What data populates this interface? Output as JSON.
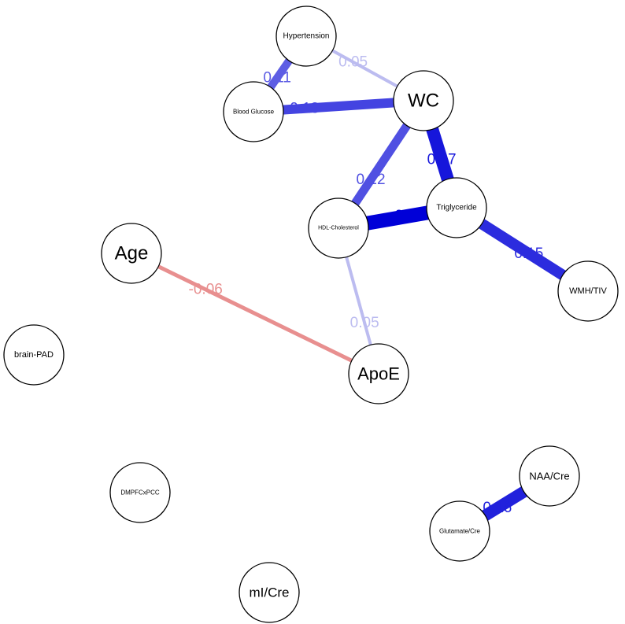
{
  "nodes": [
    {
      "id": "hypertension",
      "label": "Hypertension"
    },
    {
      "id": "blood-glucose",
      "label": "Blood Glucose"
    },
    {
      "id": "wc",
      "label": "WC"
    },
    {
      "id": "hdl-cholesterol",
      "label": "HDL-Cholesterol"
    },
    {
      "id": "triglyceride",
      "label": "Triglyceride"
    },
    {
      "id": "wmh-tiv",
      "label": "WMH/TIV"
    },
    {
      "id": "age",
      "label": "Age"
    },
    {
      "id": "apoe",
      "label": "ApoE"
    },
    {
      "id": "brain-pad",
      "label": "brain-PAD"
    },
    {
      "id": "dmpfcxpcc",
      "label": "DMPFCxPCC"
    },
    {
      "id": "naa-cre",
      "label": "NAA/Cre"
    },
    {
      "id": "glutamate-cre",
      "label": "Glutamate/Cre"
    },
    {
      "id": "mi-cre",
      "label": "mI/Cre"
    }
  ],
  "edges": [
    {
      "source": "hypertension",
      "target": "blood-glucose",
      "weight": 0.11,
      "label": "0.11"
    },
    {
      "source": "hypertension",
      "target": "wc",
      "weight": 0.05,
      "label": "0.05"
    },
    {
      "source": "blood-glucose",
      "target": "wc",
      "weight": 0.13,
      "label": "0.13"
    },
    {
      "source": "wc",
      "target": "hdl-cholesterol",
      "weight": 0.12,
      "label": "0.12"
    },
    {
      "source": "wc",
      "target": "triglyceride",
      "weight": 0.17,
      "label": "0.17"
    },
    {
      "source": "hdl-cholesterol",
      "target": "triglyceride",
      "weight": 0.19,
      "label": "0.19"
    },
    {
      "source": "triglyceride",
      "target": "wmh-tiv",
      "weight": 0.15,
      "label": "0.15"
    },
    {
      "source": "hdl-cholesterol",
      "target": "apoe",
      "weight": 0.05,
      "label": "0.05"
    },
    {
      "source": "age",
      "target": "apoe",
      "weight": -0.06,
      "label": "-0.06"
    },
    {
      "source": "naa-cre",
      "target": "glutamate-cre",
      "weight": 0.16,
      "label": "0.16"
    }
  ],
  "colors": {
    "positive_strong": "#0000d8",
    "positive_weak": "#bcbcf0",
    "negative": "#e88f8f",
    "node_fill": "#ffffff",
    "node_stroke": "#000000"
  }
}
